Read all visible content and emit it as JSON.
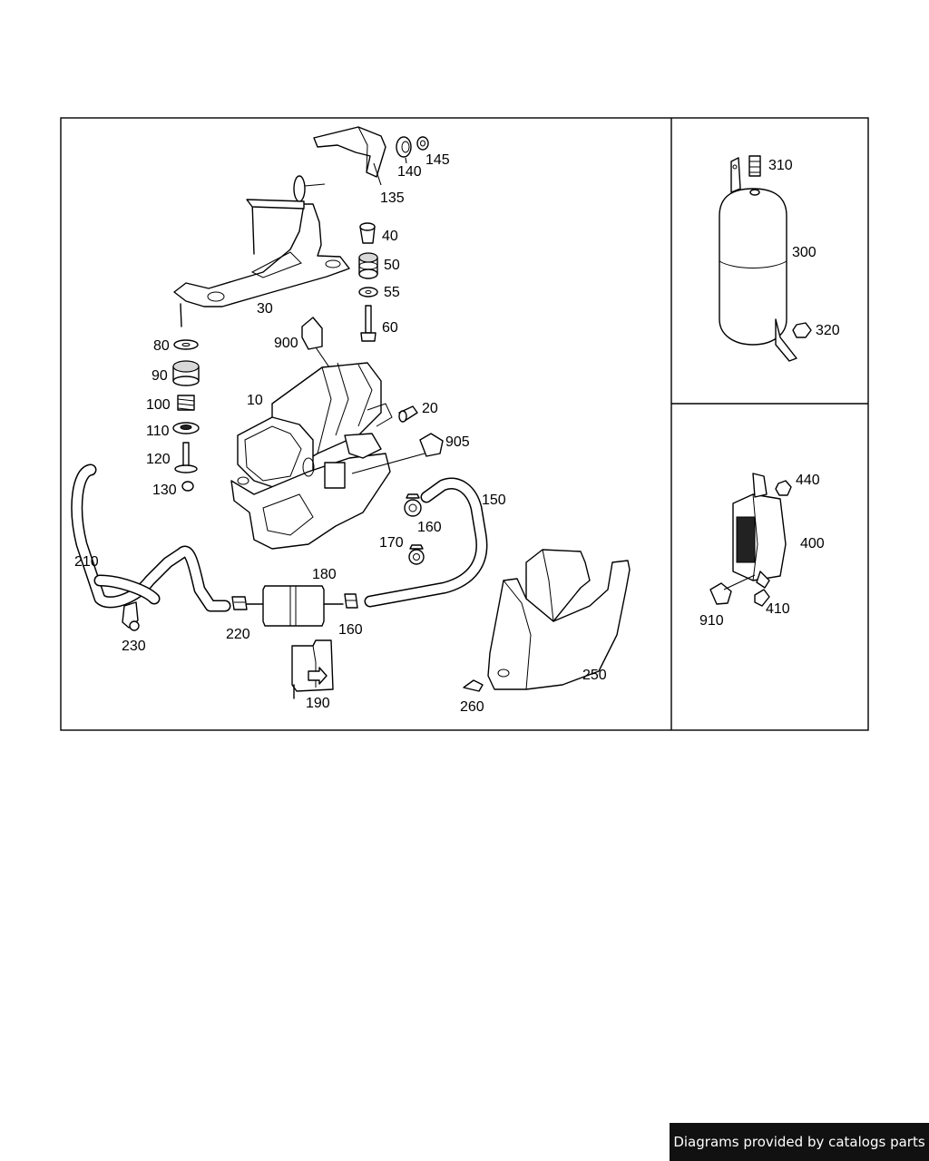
{
  "diagram": {
    "callouts": {
      "c10": "10",
      "c20": "20",
      "c30": "30",
      "c40": "40",
      "c50": "50",
      "c55": "55",
      "c60": "60",
      "c80": "80",
      "c90": "90",
      "c100": "100",
      "c110": "110",
      "c120": "120",
      "c130": "130",
      "c135": "135",
      "c140": "140",
      "c145": "145",
      "c150": "150",
      "c160a": "160",
      "c160b": "160",
      "c170": "170",
      "c180": "180",
      "c190": "190",
      "c210": "210",
      "c220": "220",
      "c230": "230",
      "c250": "250",
      "c260": "260",
      "c300": "300",
      "c310": "310",
      "c320": "320",
      "c400": "400",
      "c410": "410",
      "c440": "440",
      "c900": "900",
      "c905": "905",
      "c910": "910"
    }
  },
  "footer": {
    "credit": "Diagrams provided by catalogs parts"
  }
}
